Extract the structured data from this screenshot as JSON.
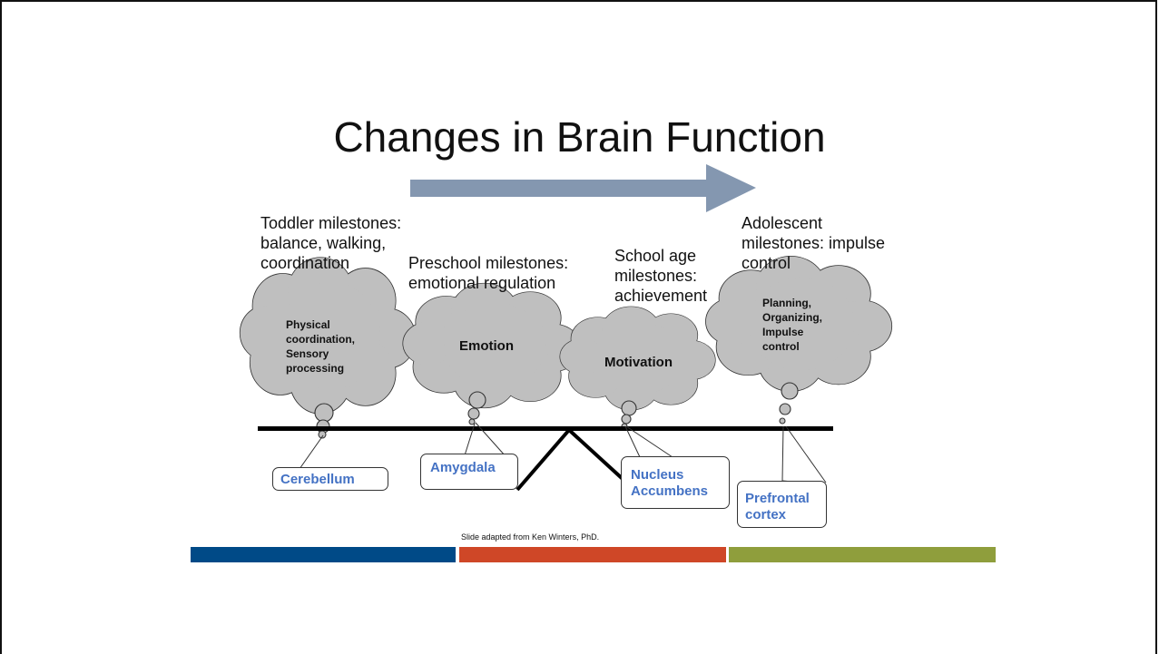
{
  "title": "Changes in Brain Function",
  "milestones": {
    "toddler": [
      "Toddler milestones:",
      "balance, walking,",
      "coordination"
    ],
    "preschool": [
      "Preschool milestones:",
      "emotional regulation"
    ],
    "school_age": [
      "School age",
      "milestones:",
      "achievement"
    ],
    "adolescent": [
      "Adolescent",
      "milestones: impulse",
      "control"
    ]
  },
  "clouds": {
    "physical": [
      "Physical",
      "coordination,",
      "Sensory",
      "processing"
    ],
    "emotion": [
      "Emotion"
    ],
    "motivation": [
      "Motivation"
    ],
    "planning": [
      "Planning,",
      "Organizing,",
      "Impulse",
      "control"
    ]
  },
  "regions": {
    "cerebellum": "Cerebellum",
    "amygdala": "Amygdala",
    "nucleus_accumbens": [
      "Nucleus",
      "Accumbens"
    ],
    "prefrontal_cortex": [
      "Prefrontal",
      "cortex"
    ]
  },
  "credit": "Slide adapted from Ken Winters, PhD.",
  "colors": {
    "arrow": "#8497b0",
    "cloud": "#bfbfbf",
    "region_text": "#4472c4",
    "bar_blue": "#004a87",
    "bar_red": "#cf4727",
    "bar_green": "#8f9e3c"
  }
}
